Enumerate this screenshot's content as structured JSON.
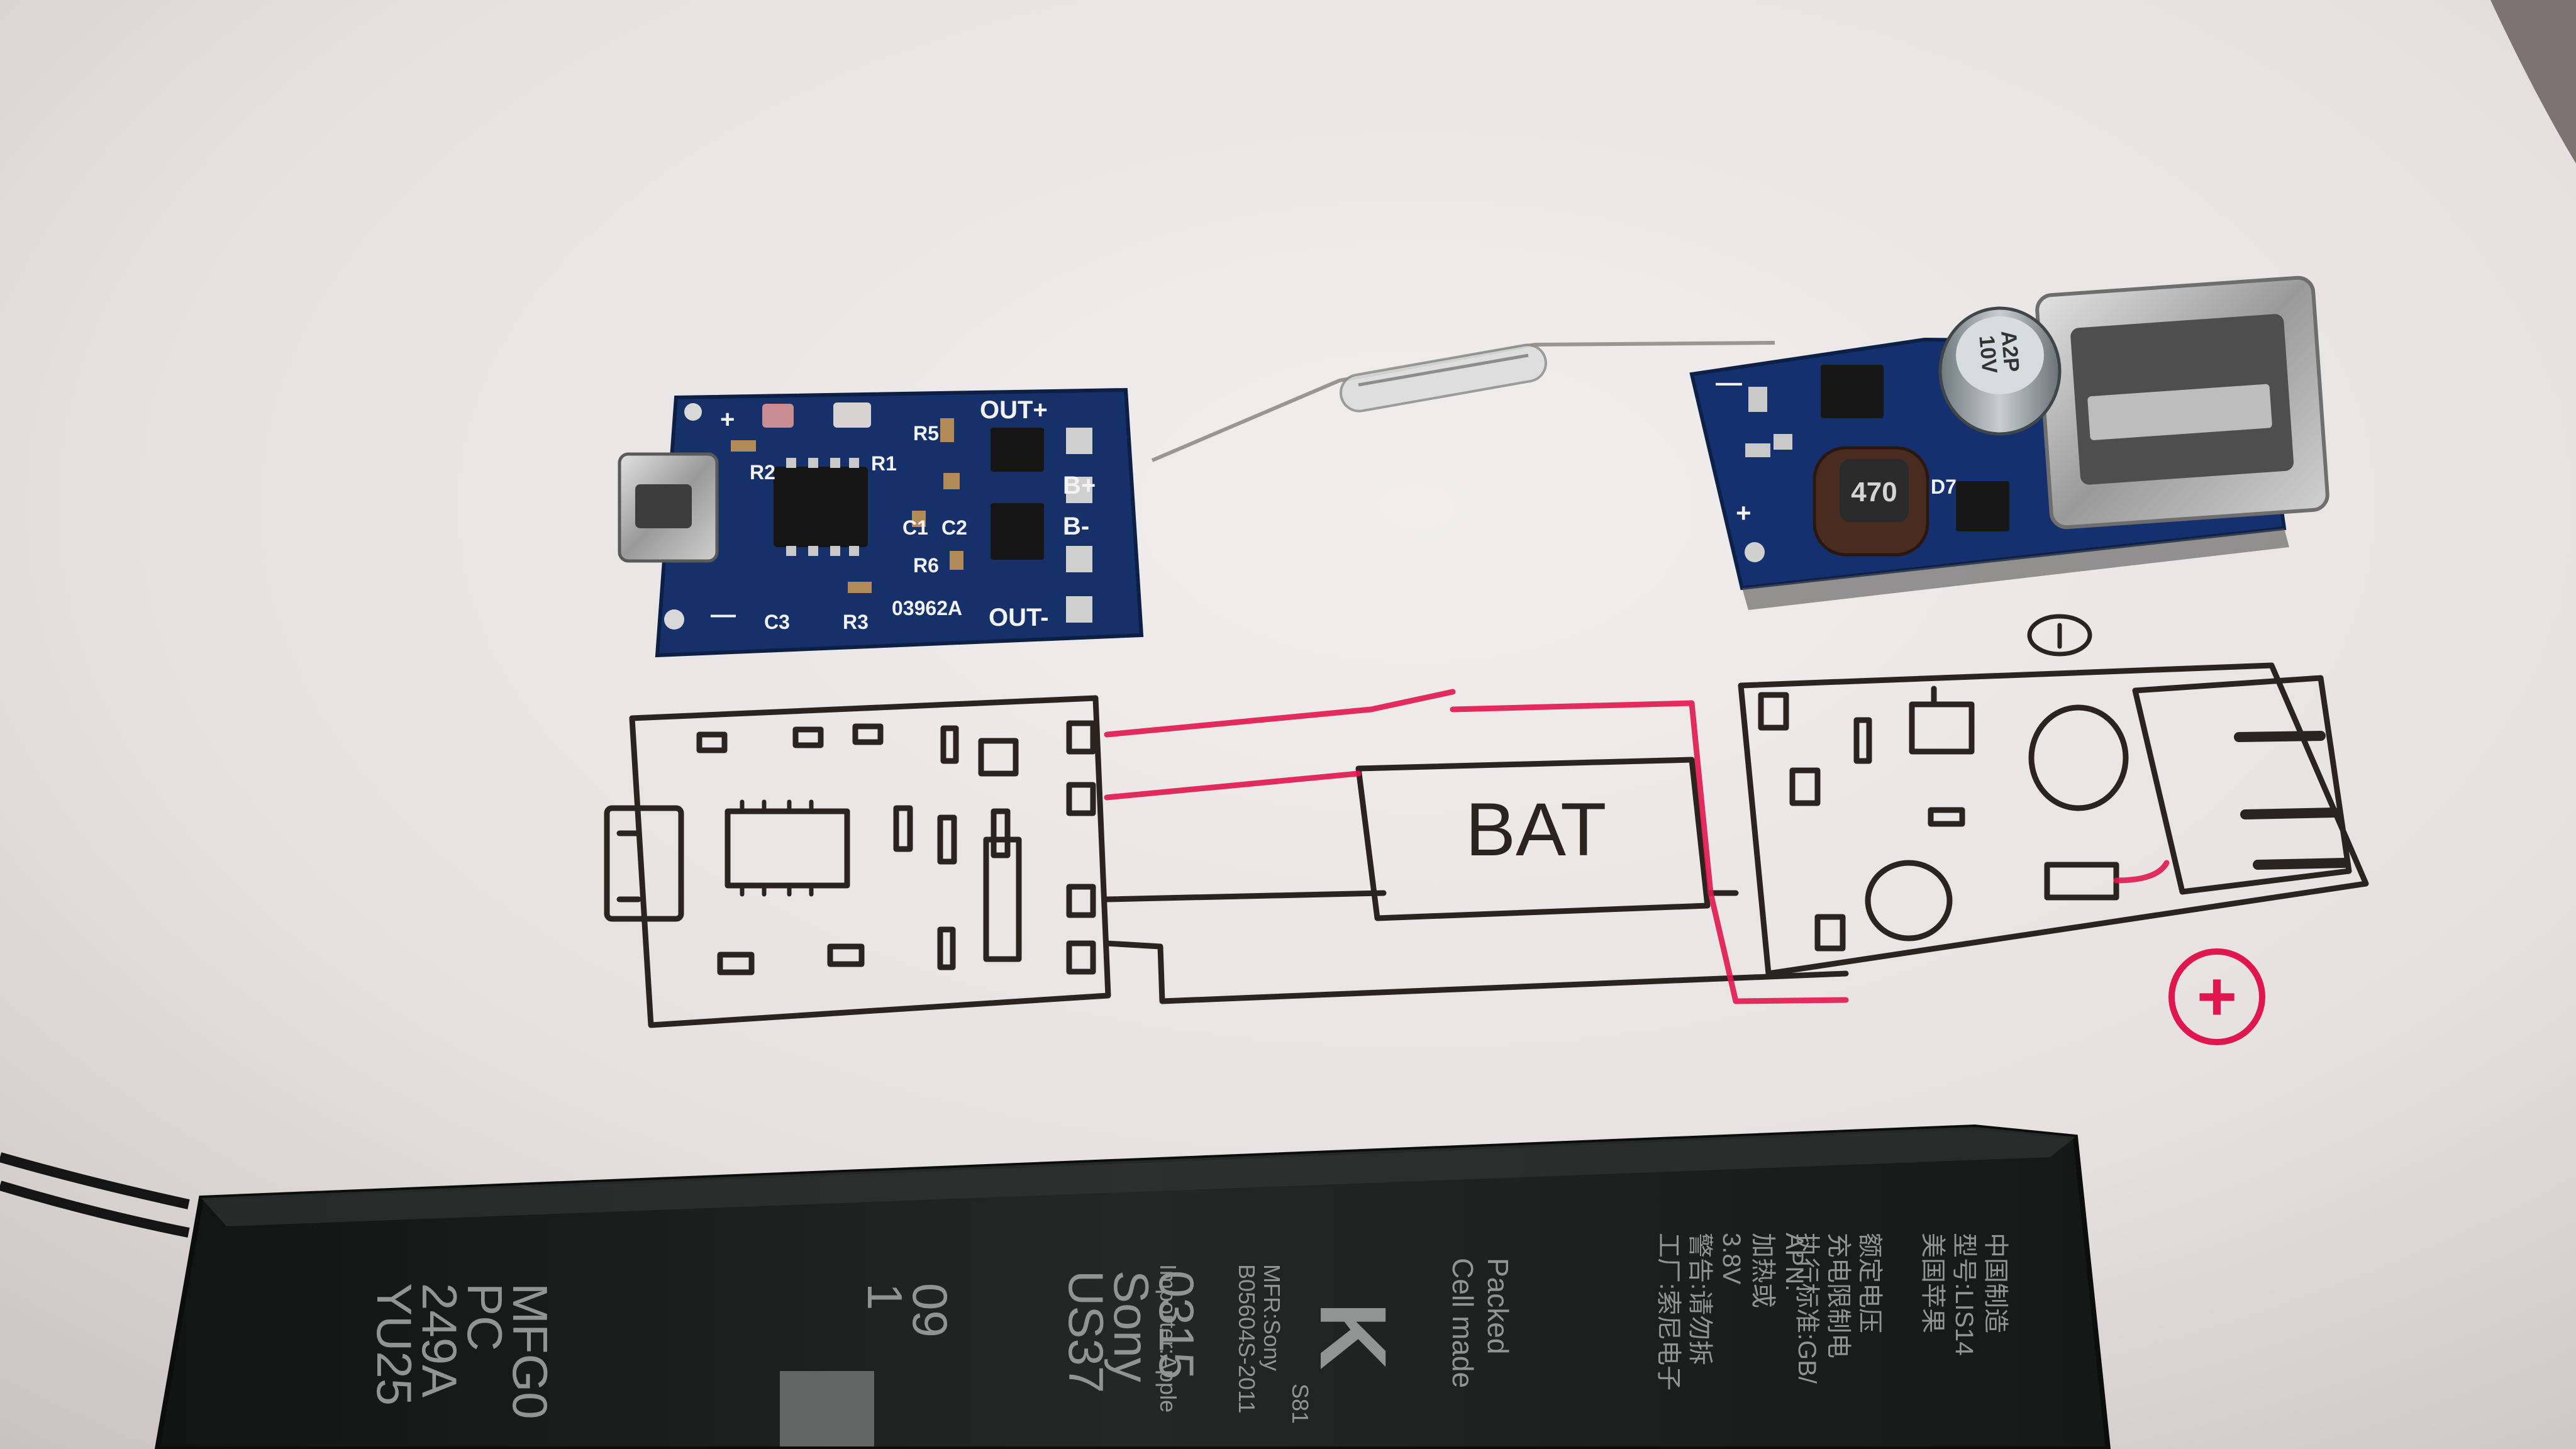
{
  "charger_board": {
    "label_out_plus": "OUT+",
    "label_b_plus": "B+",
    "label_b_minus": "B-",
    "label_out_minus": "OUT-",
    "label_r2": "R2",
    "label_r1": "R1",
    "label_r5": "R5",
    "label_c1": "C1",
    "label_c2": "C2",
    "label_r6": "R6",
    "label_c3": "C3",
    "label_r3": "R3",
    "label_code": "03962A",
    "label_plus": "+",
    "label_minus": "—"
  },
  "booster_board": {
    "label_minus": "—",
    "label_plus": "+",
    "label_cap_line1": "A2P",
    "label_cap_line2": "10V",
    "label_inductor": "470",
    "label_d7": "D7"
  },
  "sketch": {
    "battery_label": "BAT",
    "plus_symbol": "+",
    "minus_symbol": "−"
  },
  "battery": {
    "col1": [
      "YU25",
      "249A",
      "PC",
      "MFG0"
    ],
    "col2": [
      "1",
      "09"
    ],
    "col3": [
      "US37",
      "Sony",
      "0315"
    ],
    "col4": [
      "Importer:Apple"
    ],
    "col5": [
      "B05604S-2011",
      "MFR:Sony"
    ],
    "cert_code": "S81",
    "col6": [
      "Cell made",
      "Packed"
    ],
    "col7": [
      "工厂:索尼电子",
      "警告:请勿拆",
      "3.8V",
      "加热或",
      "APN:"
    ],
    "col8": [
      "执行标准:GB/",
      "充电限制电",
      "额定电压"
    ],
    "col9": [
      "美国苹果",
      "型号:LIS14",
      "中国制造"
    ]
  },
  "colors": {
    "paper": "#e9e5e4",
    "pcb_blue": "#16306a",
    "pen_black": "#2a2320",
    "pen_red": "#e0174e",
    "battery_black": "#1f2422"
  }
}
